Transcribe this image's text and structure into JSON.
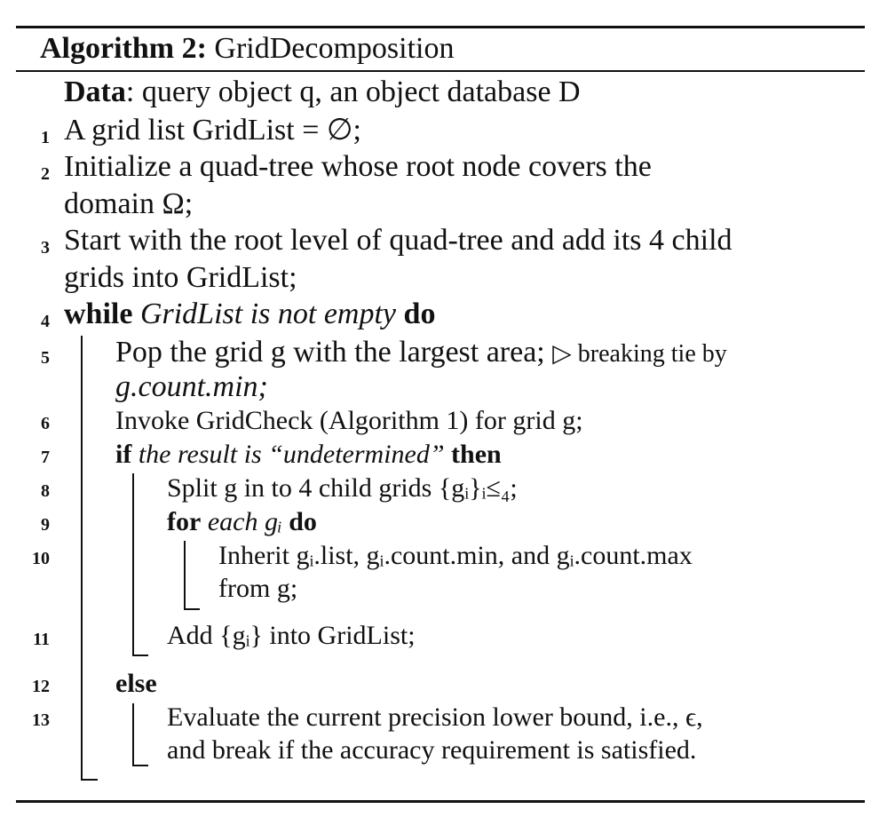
{
  "algorithm": {
    "label": "Algorithm 2:",
    "name": "GridDecomposition",
    "data_keyword": "Data",
    "data_text": ": query object q, an object database D",
    "lines": [
      {
        "num": "1",
        "text": "A grid list GridList = ∅;"
      },
      {
        "num": "2",
        "text_a": "Initialize a quad-tree whose root node covers the",
        "text_b": "domain Ω;"
      },
      {
        "num": "3",
        "text_a": "Start with the root level of quad-tree and add its 4 child",
        "text_b": "grids into GridList;"
      },
      {
        "num": "4",
        "kw_while": "while",
        "cond": "GridList is not empty",
        "kw_do": "do"
      },
      {
        "num": "5",
        "text_a": "Pop the grid g with the largest area;",
        "comment": "▷ breaking tie by",
        "text_b": "g.count.min;"
      },
      {
        "num": "6",
        "text": "Invoke GridCheck (Algorithm 1) for grid g;"
      },
      {
        "num": "7",
        "kw_if": "if",
        "cond": "the result is “undetermined”",
        "kw_then": "then"
      },
      {
        "num": "8",
        "text": "Split g in to 4 child grids {gᵢ}ᵢ≤₄;"
      },
      {
        "num": "9",
        "kw_for": "for",
        "cond": "each gᵢ",
        "kw_do": "do"
      },
      {
        "num": "10",
        "text_a": "Inherit gᵢ.list, gᵢ.count.min, and gᵢ.count.max",
        "text_b": "from g;"
      },
      {
        "num": "11",
        "text": "Add {gᵢ} into GridList;"
      },
      {
        "num": "12",
        "kw_else": "else"
      },
      {
        "num": "13",
        "text_a": "Evaluate the current precision lower bound, i.e., ϵ,",
        "text_b": "and break if the accuracy requirement is satisfied."
      }
    ]
  }
}
